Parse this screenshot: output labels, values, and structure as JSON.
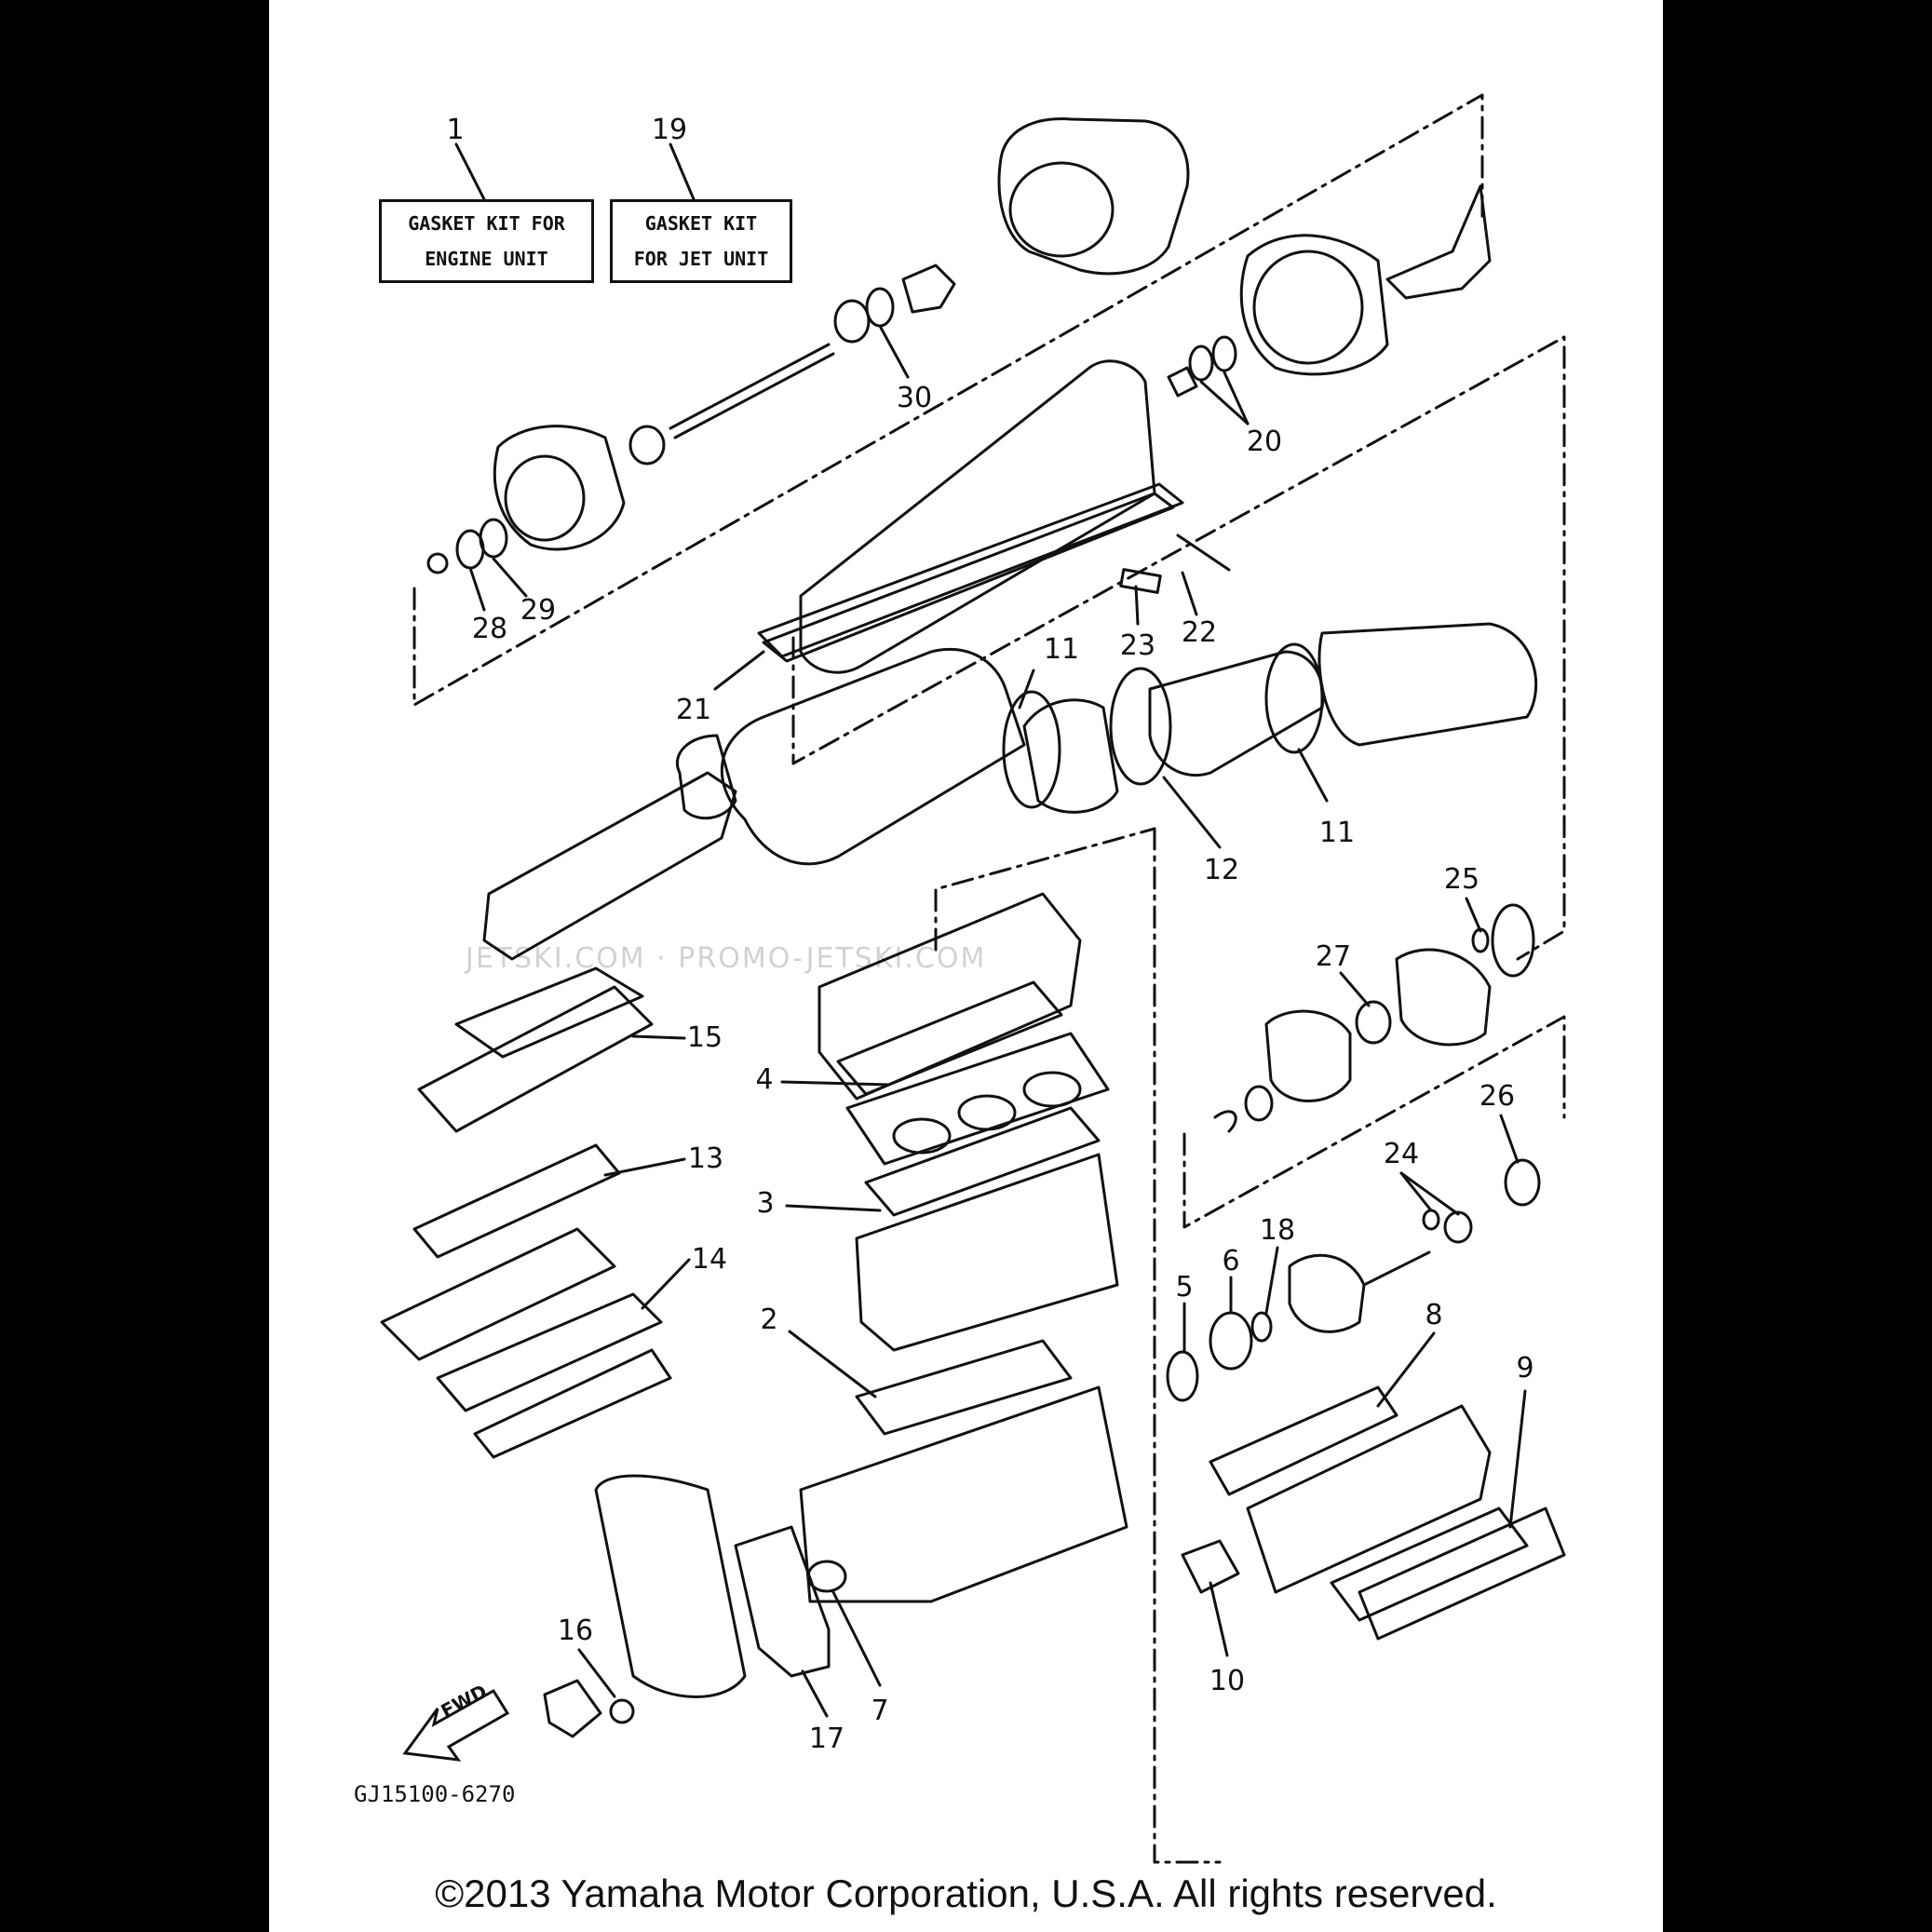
{
  "kits": [
    {
      "number": "1",
      "line1": "GASKET KIT FOR",
      "line2": "ENGINE UNIT"
    },
    {
      "number": "19",
      "line1": "GASKET KIT",
      "line2": "FOR JET UNIT"
    }
  ],
  "callouts": [
    "30",
    "20",
    "28",
    "29",
    "21",
    "23",
    "22",
    "11",
    "11",
    "12",
    "25",
    "27",
    "15",
    "4",
    "13",
    "3",
    "14",
    "2",
    "26",
    "24",
    "18",
    "6",
    "5",
    "8",
    "9",
    "10",
    "16",
    "17",
    "7"
  ],
  "watermark": "JETSKI.COM · PROMO-JETSKI.COM",
  "fwd_label": "FWD",
  "drawing_code": "GJ15100-6270",
  "copyright": "©2013 Yamaha Motor Corporation, U.S.A. All rights reserved."
}
